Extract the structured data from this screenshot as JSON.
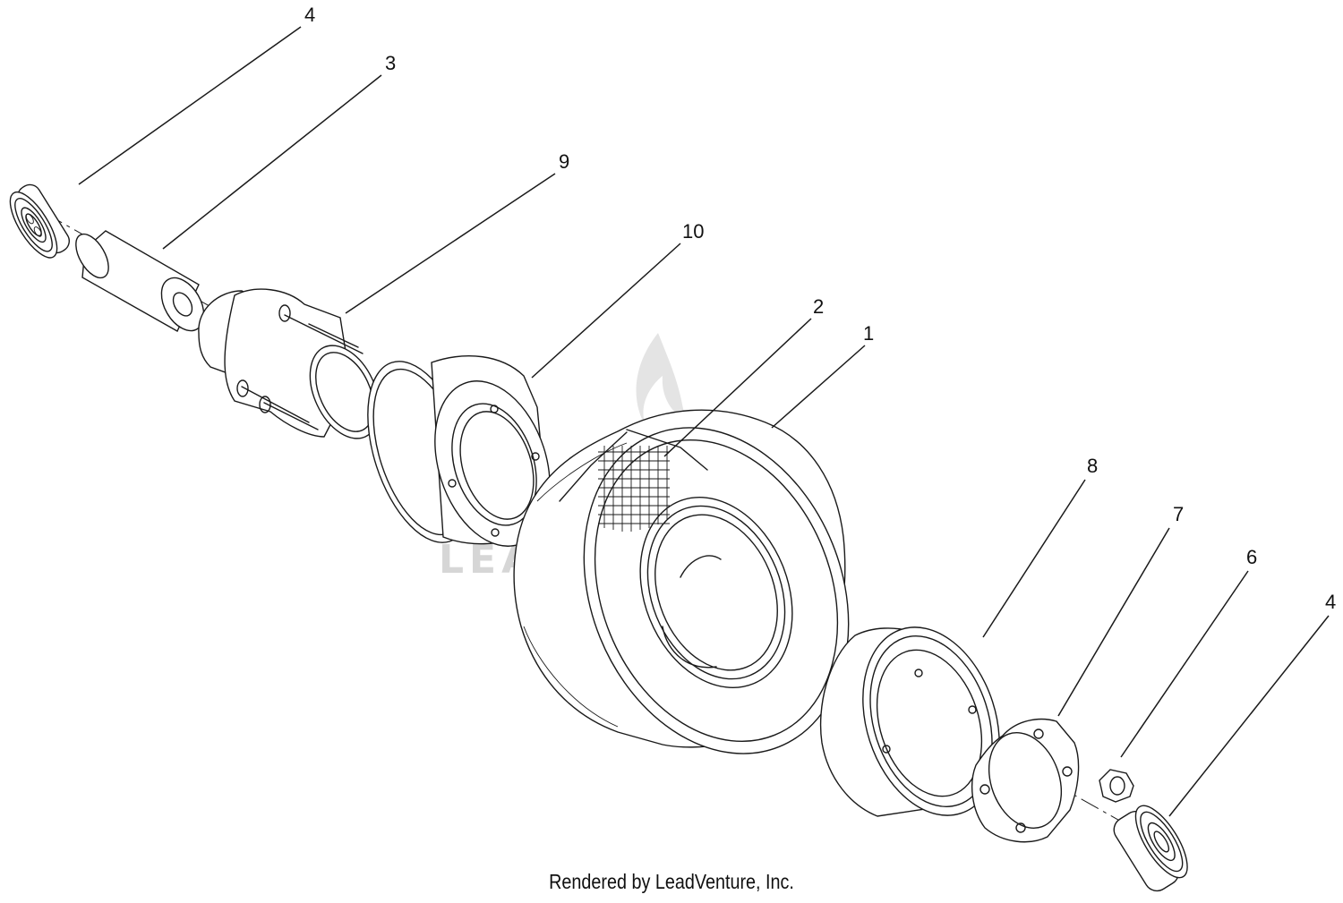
{
  "callouts": [
    {
      "id": "c4a",
      "label": "4"
    },
    {
      "id": "c3",
      "label": "3"
    },
    {
      "id": "c9",
      "label": "9"
    },
    {
      "id": "c10",
      "label": "10"
    },
    {
      "id": "c2",
      "label": "2"
    },
    {
      "id": "c1",
      "label": "1"
    },
    {
      "id": "c8",
      "label": "8"
    },
    {
      "id": "c7",
      "label": "7"
    },
    {
      "id": "c6",
      "label": "6"
    },
    {
      "id": "c4b",
      "label": "4"
    }
  ],
  "watermark": {
    "text": "LEADVENTURE"
  },
  "footer": {
    "credit": "Rendered by LeadVenture, Inc."
  }
}
